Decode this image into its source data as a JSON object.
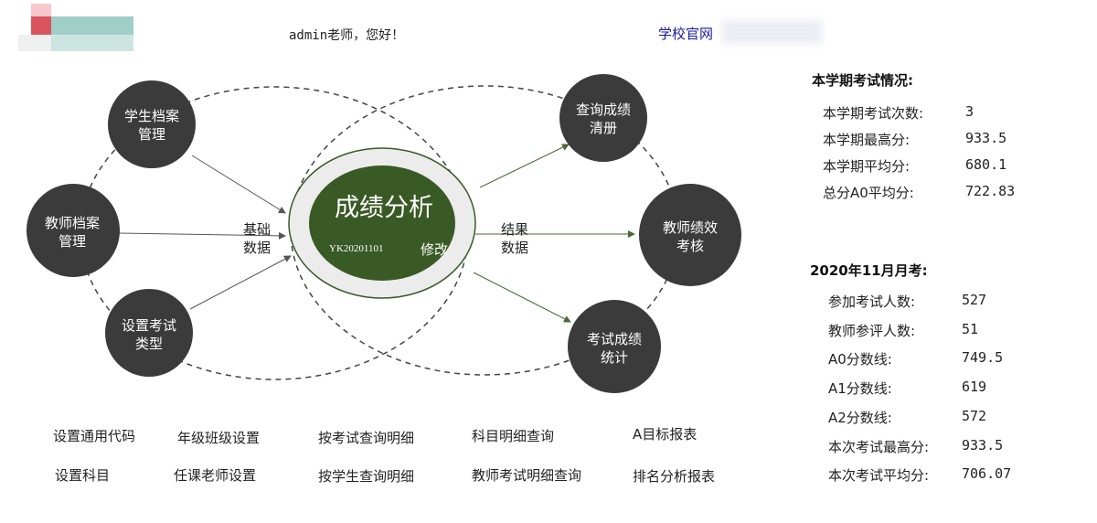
{
  "header": {
    "greeting": "admin老师，您好！",
    "school_site_link": "学校官网"
  },
  "diagram": {
    "center": {
      "title": "成绩分析",
      "exam_code": "YK20201101",
      "edit_link": "修改"
    },
    "left_nodes": [
      {
        "line1": "学生档案",
        "line2": "管理"
      },
      {
        "line1": "教师档案",
        "line2": "管理"
      },
      {
        "line1": "设置考试",
        "line2": "类型"
      }
    ],
    "right_nodes": [
      {
        "line1": "查询成绩",
        "line2": "清册"
      },
      {
        "line1": "教师绩效",
        "line2": "考核"
      },
      {
        "line1": "考试成绩",
        "line2": "统计"
      }
    ],
    "input_label": {
      "line1": "基础",
      "line2": "数据"
    },
    "output_label": {
      "line1": "结果",
      "line2": "数据"
    },
    "colors": {
      "node": "#3b3b3b",
      "center": "#3a5a25",
      "center_ring": "#ececec",
      "arrow_right": "#4a6a33"
    }
  },
  "links": [
    [
      "设置通用代码",
      "年级班级设置",
      "按考试查询明细",
      "科目明细查询",
      "A目标报表"
    ],
    [
      "设置科目",
      "任课老师设置",
      "按学生查询明细",
      "教师考试明细查询",
      "排名分析报表"
    ]
  ],
  "semester": {
    "title": "本学期考试情况:",
    "rows": [
      {
        "label": "本学期考试次数:",
        "value": "3"
      },
      {
        "label": "本学期最高分:",
        "value": "933.5"
      },
      {
        "label": "本学期平均分:",
        "value": "680.1"
      },
      {
        "label": "总分A0平均分:",
        "value": "722.83"
      }
    ]
  },
  "monthly": {
    "title": "2020年11月月考:",
    "rows": [
      {
        "label": "参加考试人数:",
        "value": "527"
      },
      {
        "label": "教师参评人数:",
        "value": "51"
      },
      {
        "label": "A0分数线:",
        "value": "749.5"
      },
      {
        "label": "A1分数线:",
        "value": "619"
      },
      {
        "label": "A2分数线:",
        "value": "572"
      },
      {
        "label": "本次考试最高分:",
        "value": "933.5"
      },
      {
        "label": "本次考试平均分:",
        "value": "706.07"
      }
    ]
  }
}
